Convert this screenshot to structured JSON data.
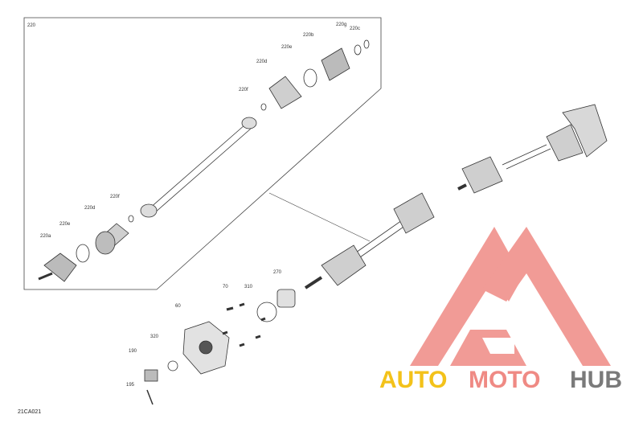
{
  "diagram": {
    "subassembly_label": "220",
    "drawing_code": "21CA021",
    "part_labels": {
      "p220a": "220a",
      "p220e_lower": "220e",
      "p220d_lower": "220d",
      "p220f_lower": "220f",
      "p220f_upper": "220f",
      "p220d_upper": "220d",
      "p220e_upper": "220e",
      "p220b": "220b",
      "p220g": "220g",
      "p220c": "220c",
      "p60": "60",
      "p70": "70",
      "p310": "310",
      "p270": "270",
      "p320": "320",
      "p190": "190",
      "p195": "195"
    }
  },
  "watermark": {
    "part1": "AUTO",
    "part2": "MOTO",
    "part3": "HUB",
    "colors": {
      "auto": "#f3c21a",
      "moto": "#ef8a84",
      "hub": "#7a7a7a",
      "logo": "#ef8a84"
    }
  }
}
